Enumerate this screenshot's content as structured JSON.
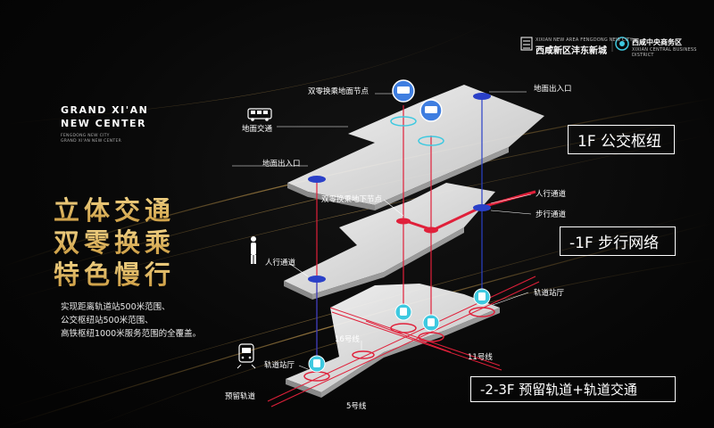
{
  "logos": {
    "left_name": "西咸新区沣东新城",
    "left_sub": "XIXIAN NEW AREA FENGDONG NEW CITY",
    "right_name": "西咸中央商务区",
    "right_sub": "XIXIAN CENTRAL BUSINESS DISTRICT"
  },
  "brand": {
    "title_line1": "GRAND XI'AN",
    "title_line2": "NEW CENTER",
    "sub_line1": "FENGDONG NEW CITY",
    "sub_line2": "GRAND XI'AN NEW CENTER"
  },
  "headline": [
    "立体交通",
    "双零换乘",
    "特色慢行"
  ],
  "description": [
    "实现距离轨道站500米范围、",
    "公交枢纽站500米范围、",
    "高铁枢纽1000米服务范围的全覆盖。"
  ],
  "floors": {
    "f1": "1F 公交枢纽",
    "b1": "-1F 步行网络",
    "b23": "-2-3F 预留轨道+轨道交通"
  },
  "labels": {
    "ground_transfer_node": "双零换乘地面节点",
    "ground_entrance_top": "地面出入口",
    "ground_traffic": "地面交通",
    "ground_entrance_left": "地面出入口",
    "underground_transfer_node": "双零换乘地下节点",
    "walkway_right": "人行通道",
    "walkway_right2": "步行通道",
    "walkway_left": "人行通道",
    "rail_hall": "轨道站厅",
    "line16": "16号线",
    "line11": "11号线",
    "rail_hall_left": "轨道站厅",
    "reserved_rail": "预留轨道",
    "line5": "5号线"
  },
  "colors": {
    "gold": "#e8b860",
    "accent_red": "#e0203a",
    "accent_blue": "#2a40c8",
    "accent_cyan": "#3ec9e0"
  }
}
